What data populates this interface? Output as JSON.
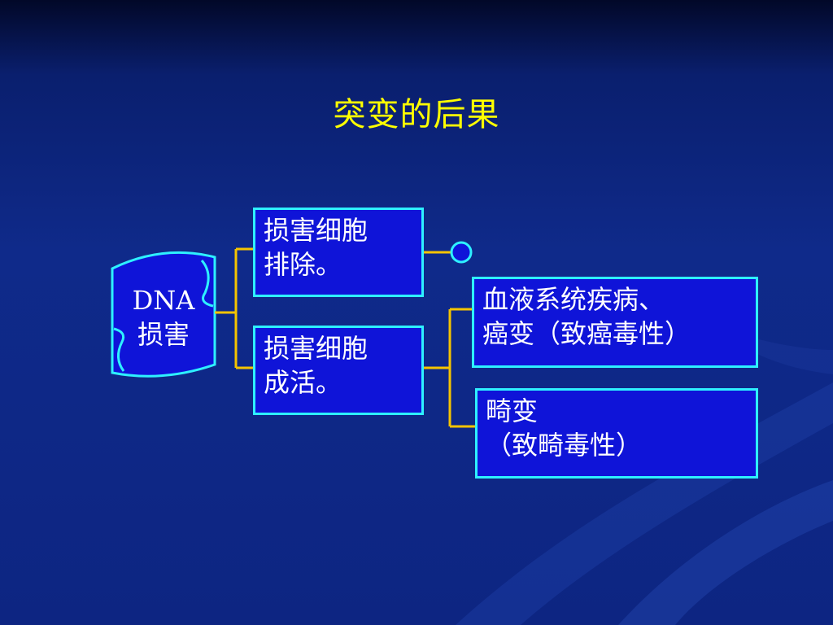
{
  "slide": {
    "title": "突变的后果"
  },
  "dna": {
    "line1": "DNA",
    "line2": "损害"
  },
  "nodes": {
    "eliminate": {
      "line1": "损害细胞",
      "line2": "排除。"
    },
    "survive": {
      "line1": "损害细胞",
      "line2": "成活。"
    },
    "blood": {
      "line1": "血液系统疾病、",
      "line2": "癌变（致癌毒性）"
    },
    "deform": {
      "line1": "畸变",
      "line2": "（致畸毒性）"
    }
  },
  "colors": {
    "background": "#0f2a8a",
    "title": "#ffff00",
    "box_fill": "#0f14d8",
    "box_border": "#2ef0ff",
    "connector": "#f5c400",
    "terminal_circle": "#2ef0ff"
  },
  "icons": {
    "scroll": "scroll-shape",
    "terminal": "circle-end-node"
  }
}
